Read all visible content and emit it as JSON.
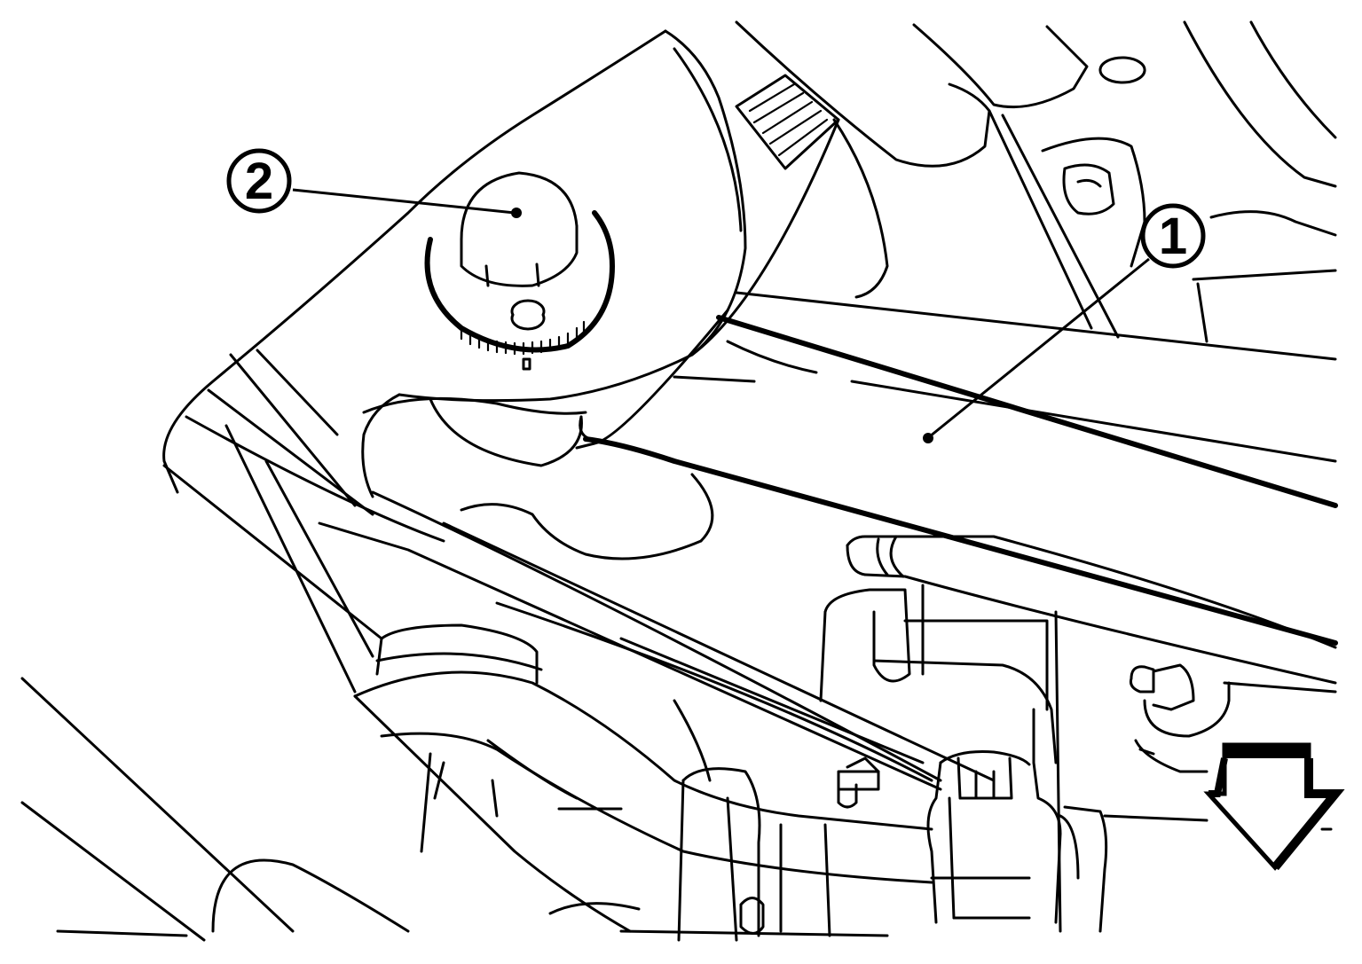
{
  "callouts": [
    {
      "id": "2",
      "label": "2",
      "target": "adjusting-bolt-nut"
    },
    {
      "id": "1",
      "label": "1",
      "target": "link-arm"
    }
  ],
  "direction_arrow": {
    "icon": "down-arrow-icon",
    "meaning": "vehicle-front"
  },
  "colors": {
    "line": "#000000",
    "background": "#ffffff"
  }
}
